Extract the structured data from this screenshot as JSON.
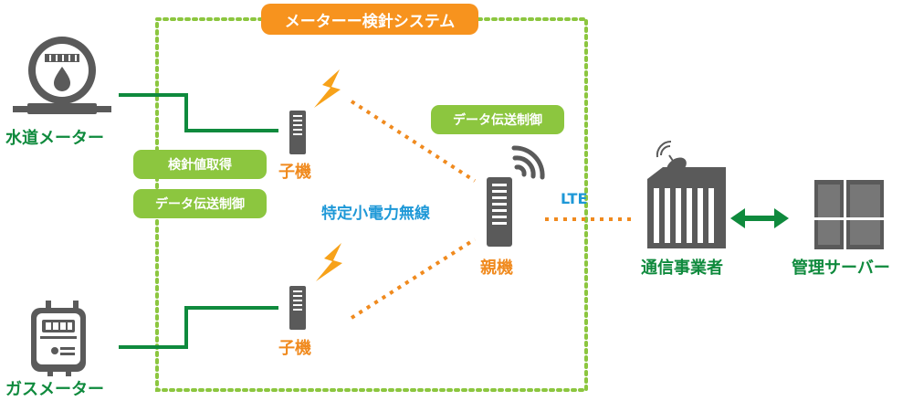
{
  "system_title": "メーターー検針システム",
  "labels": {
    "water_meter": "水道メーター",
    "gas_meter": "ガスメーター",
    "child_unit_top": "子機",
    "child_unit_bottom": "子機",
    "parent_unit": "親機",
    "specified_low_power_radio": "特定小電力無線",
    "lte": "LTE",
    "carrier": "通信事業者",
    "management_server": "管理サーバー"
  },
  "badges": {
    "meter_reading": "検針値取得",
    "data_control_left": "データ伝送制御",
    "data_control_right": "データ伝送制御"
  },
  "colors": {
    "green_line": "#0f8a3d",
    "boundary_dots": "#8cc63f",
    "orange": "#f08a1e",
    "lightning": "#f7a21a",
    "blue_label": "#1e98d7",
    "device_gray": "#5a5a5a"
  }
}
